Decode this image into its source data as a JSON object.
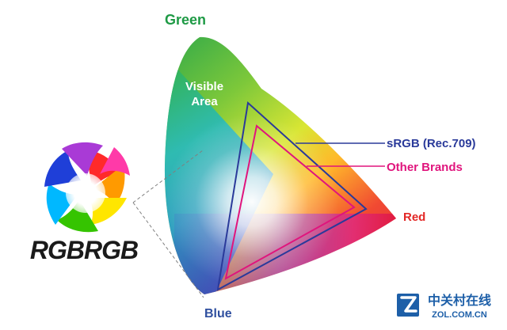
{
  "labels": {
    "green": "Green",
    "visible_area_line1": "Visible",
    "visible_area_line2": "Area",
    "srgb": "sRGB (Rec.709)",
    "other_brands": "Other Brands",
    "red": "Red",
    "blue": "Blue"
  },
  "logo": {
    "text": "RGBRGB",
    "colors": [
      "#ff2a2a",
      "#ff9a00",
      "#ffe600",
      "#35c400",
      "#00b8ff",
      "#1f3fd8",
      "#a93ad6",
      "#ff3aa8"
    ]
  },
  "watermark": {
    "cn_text": "中关村在线",
    "url_text": "ZOL.COM.CN",
    "icon_letter": "Z"
  },
  "colors": {
    "green_label": "#1e9a45",
    "srgb_line": "#2a3a9a",
    "other_brands_line": "#e0157d",
    "red_label": "#e32826",
    "blue_label": "#2f4f9f",
    "visible_area_text": "#ffffff",
    "logo_text": "#1a1a1a",
    "dashed_line": "#808080"
  }
}
